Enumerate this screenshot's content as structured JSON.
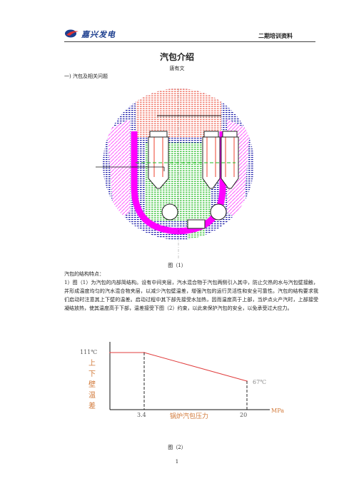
{
  "header": {
    "logo_text": "嘉兴发电",
    "doc_label": "二期培训资料"
  },
  "title": "汽包介绍",
  "author": "唐有文",
  "section_heading": "一)  汽包及相关问题",
  "figure1": {
    "caption": "图（1）"
  },
  "body": {
    "heading": "汽包的结构特点：",
    "paragraph": "1）图（1）为汽包的内部简结构。设有中间夹层，汽水混合物于汽包两侧引入其中，防止欠热的水与汽包壁接触，并形成温度均匀的汽水混合物夹层，以减少汽包壁温差，增强汽包的运行灵活性和安全可靠性。汽包的结构要求我们启动时注意其上下壁的温差。启动过程中其下部先接受水加热，因而温度高于上部，当炉点火产汽时，上部接受凝结放热，使其温度高于下部，温差接受下图（2）约束，以此来保护汽包的安全，以免承受过大应力。"
  },
  "figure2": {
    "caption": "图（2）",
    "y_axis_label": "上下壁温差",
    "x_axis_label": "锅炉汽包压力",
    "x_unit": "MPa",
    "start_temp_label": "111℃",
    "end_temp_label": "67℃",
    "x_tick_1": "3.4",
    "x_tick_2": "20"
  },
  "chart_data": {
    "type": "line",
    "title": "",
    "xlabel": "锅炉汽包压力",
    "ylabel": "上下壁温差",
    "x_unit": "MPa",
    "series": [
      {
        "x": [
          0,
          3.4,
          20
        ],
        "y": [
          111,
          111,
          67
        ]
      }
    ]
  },
  "footer": {
    "page_number": "1"
  },
  "colors": {
    "drum_blue": "#1a1aa8",
    "magenta": "#ff00ff",
    "orange_red": "#f06050",
    "green": "#22bb22",
    "chart_line": "#e03c3c",
    "label_orange": "#d27a3a"
  }
}
